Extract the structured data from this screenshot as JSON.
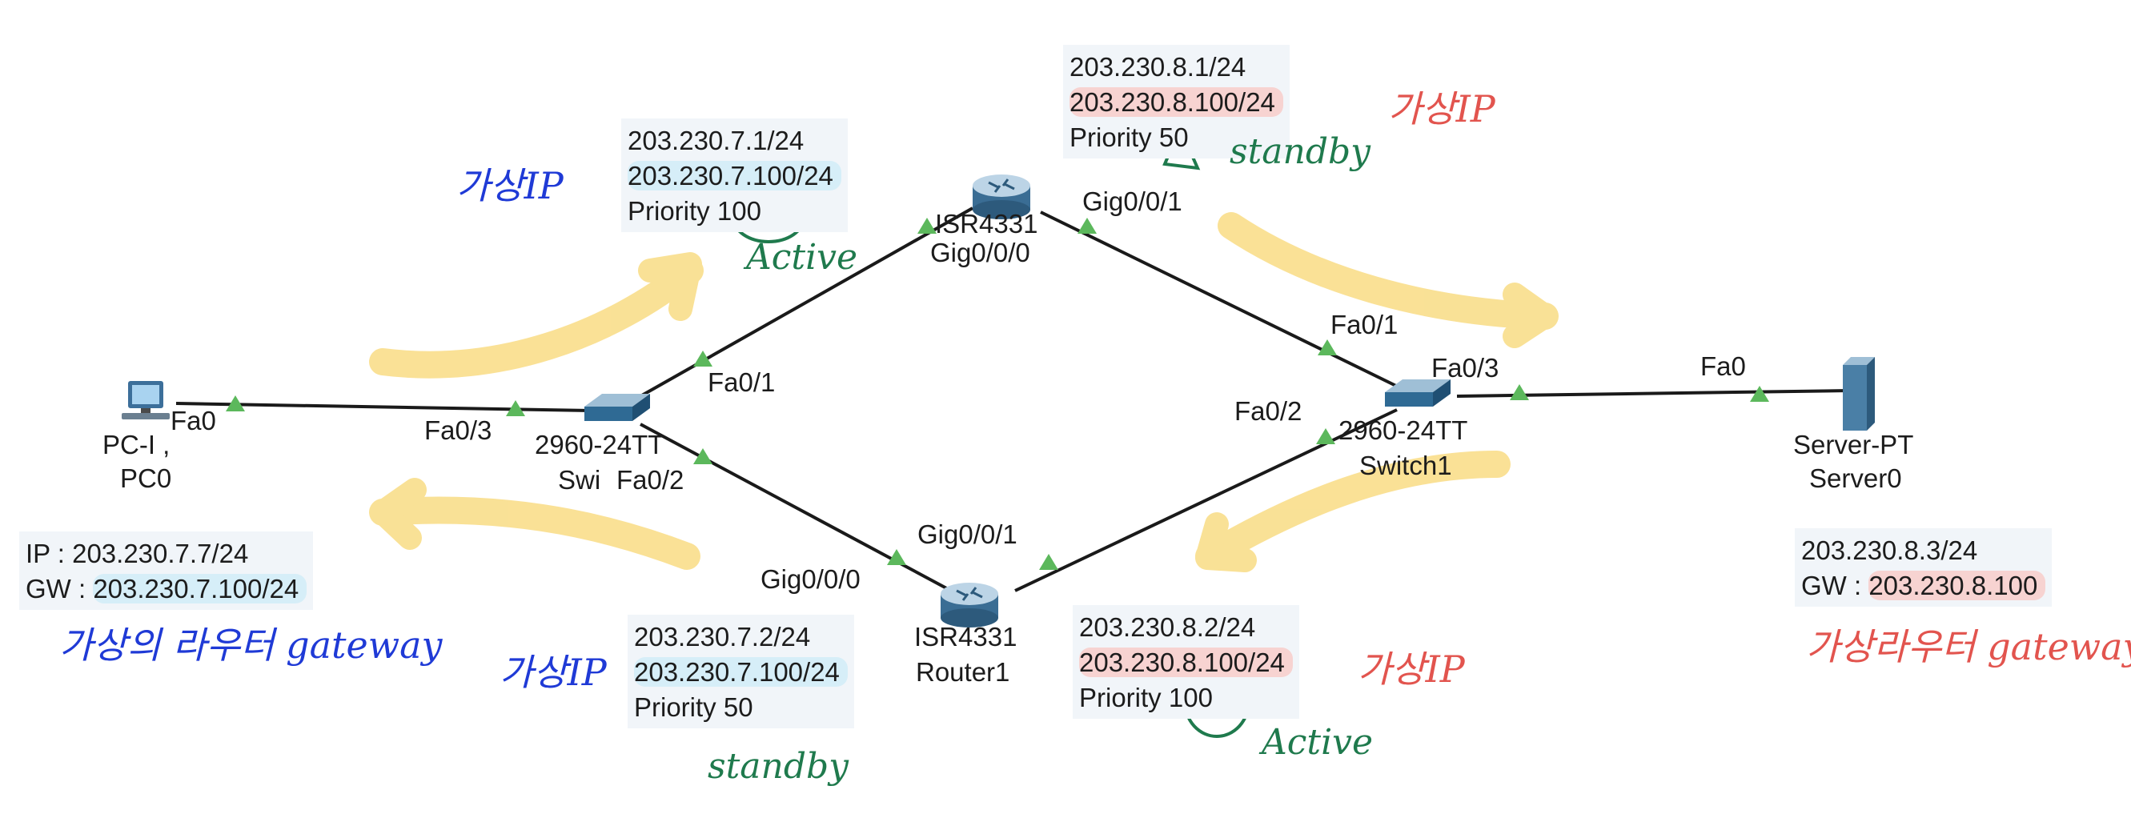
{
  "router0": {
    "model": "ISR4331",
    "ports": {
      "left": "Gig0/0/0",
      "right": "Gig0/0/1"
    },
    "hsrp_left": {
      "ip": "203.230.7.1/24",
      "vip": "203.230.7.100/24",
      "priority_label": "Priority",
      "priority": "100",
      "state": "Active",
      "vip_note": "가상IP"
    },
    "hsrp_right": {
      "ip": "203.230.8.1/24",
      "vip": "203.230.8.100/24",
      "priority_label": "Priority",
      "priority": "50",
      "state": "standby",
      "vip_note": "가상IP"
    }
  },
  "router1": {
    "model": "ISR4331",
    "name": "Router1",
    "ports": {
      "left": "Gig0/0/0",
      "right": "Gig0/0/1"
    },
    "hsrp_left": {
      "ip": "203.230.7.2/24",
      "vip": "203.230.7.100/24",
      "priority_label": "Priority",
      "priority": "50",
      "state": "standby",
      "vip_note": "가상IP"
    },
    "hsrp_right": {
      "ip": "203.230.8.2/24",
      "vip": "203.230.8.100/24",
      "priority_label": "Priority",
      "priority": "100",
      "state": "Active",
      "vip_note": "가상IP"
    }
  },
  "switch0": {
    "model": "2960-24TT",
    "name": "Swi",
    "ports": {
      "to_pc": "Fa0/3",
      "to_r0": "Fa0/1",
      "to_r1": "Fa0/2"
    }
  },
  "switch1": {
    "model": "2960-24TT",
    "name": "Switch1",
    "ports": {
      "to_r0": "Fa0/1",
      "to_r1": "Fa0/2",
      "to_server": "Fa0/3"
    }
  },
  "pc0": {
    "model": "PC-I",
    "model_suffix": ",",
    "name": "PC0",
    "port": "Fa0",
    "ip_line": "IP : 203.230.7.7/24",
    "gw_prefix": "GW : ",
    "gw": "203.230.7.100/24",
    "note": "가상의 라우터 gateway"
  },
  "server0": {
    "model": "Server-PT",
    "name": "Server0",
    "port": "Fa0",
    "ip_line": "203.230.8.3/24",
    "gw_prefix": "GW : ",
    "gw": "203.230.8.100",
    "note": "가상라우터 gateway"
  },
  "colors": {
    "link": "#1a1a1a",
    "port_marker": "#5cb85c",
    "highlight_blue": "#d6eef8",
    "highlight_red": "#f7d3d1",
    "arrow": "#f9dc84",
    "hand_blue": "#1f3ad6",
    "hand_red": "#e2544e",
    "hand_green": "#1f7a4d"
  }
}
